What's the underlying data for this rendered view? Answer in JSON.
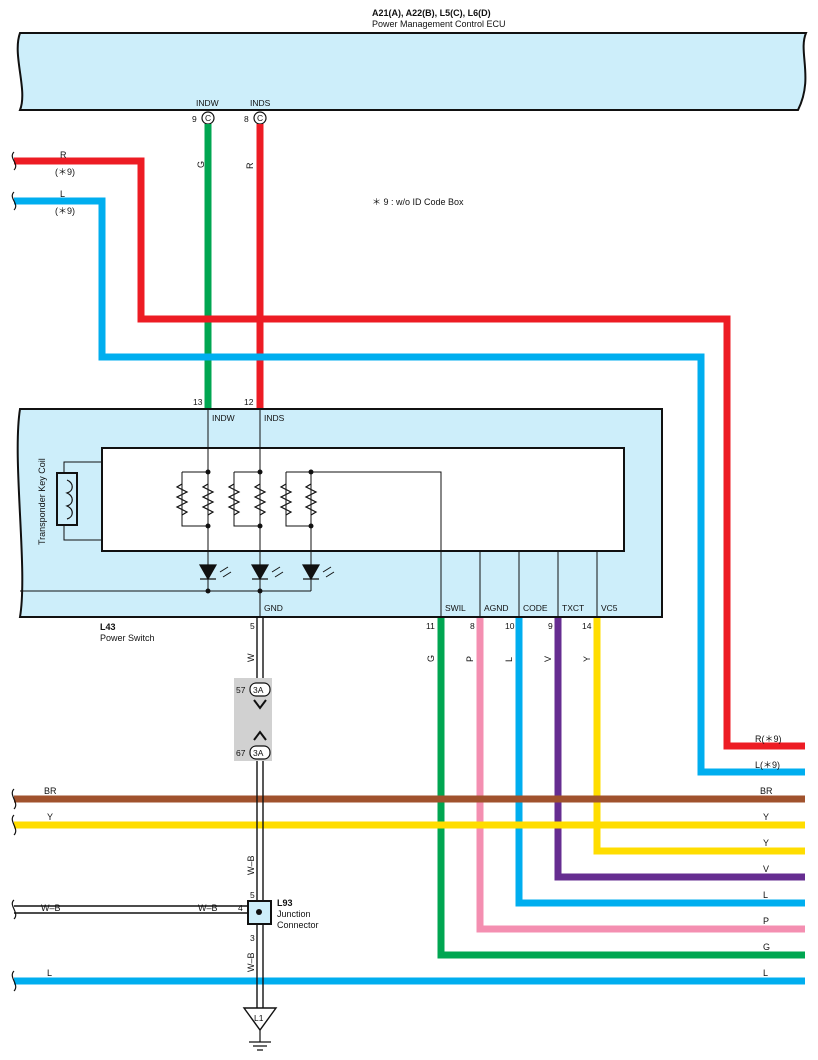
{
  "ecu": {
    "connectors": "A21(A), A22(B), L5(C), L6(D)",
    "name": "Power Management Control ECU",
    "pins": [
      {
        "terminal": "INDW",
        "pin": "9",
        "connector": "C",
        "wire": "G",
        "color": "#00a651"
      },
      {
        "terminal": "INDS",
        "pin": "8",
        "connector": "C",
        "wire": "R",
        "color": "#ed1c24"
      }
    ]
  },
  "note": "＊ 9 : w/o ID Code Box",
  "left_feeds": [
    {
      "color_code": "R",
      "note": "(＊9)",
      "color": "#ed1c24"
    },
    {
      "color_code": "L",
      "note": "(＊9)",
      "color": "#00aeef"
    }
  ],
  "power_switch": {
    "id": "L43",
    "name": "Power Switch",
    "coil_label": "Transponder Key Coil",
    "top_pins": [
      {
        "pin": "13",
        "terminal": "INDW"
      },
      {
        "pin": "12",
        "terminal": "INDS"
      }
    ],
    "bottom_pins": [
      {
        "pin": "5",
        "terminal": "GND",
        "wire": "W"
      },
      {
        "pin": "11",
        "terminal": "SWIL",
        "wire": "G"
      },
      {
        "pin": "8",
        "terminal": "AGND",
        "wire": "P"
      },
      {
        "pin": "10",
        "terminal": "CODE",
        "wire": "L"
      },
      {
        "pin": "9",
        "terminal": "TXCT",
        "wire": "V"
      },
      {
        "pin": "14",
        "terminal": "VC5",
        "wire": "Y"
      }
    ]
  },
  "connector_3a": {
    "label": "3A",
    "pin_top": "57",
    "pin_bottom": "67"
  },
  "ground_wire": "W–B",
  "junction": {
    "id": "L93",
    "name_line1": "Junction",
    "name_line2": "Connector",
    "pin_top": "5",
    "pin_left": "4",
    "pin_bottom": "3",
    "left_wire_a": "W–B",
    "left_wire_b": "W–B"
  },
  "ground_point": "L1",
  "bus_lines": [
    {
      "left": "BR",
      "right": "BR",
      "color": "#a0522d"
    },
    {
      "left": "Y",
      "right": "Y",
      "color": "#ffdd00"
    },
    {
      "left": "L",
      "right": "L",
      "color": "#00aeef"
    }
  ],
  "right_outputs": [
    {
      "label": "R(＊9)",
      "color": "#ed1c24"
    },
    {
      "label": "L(＊9)",
      "color": "#00aeef"
    },
    {
      "label": "Y",
      "color": "#ffdd00"
    },
    {
      "label": "V",
      "color": "#662d91"
    },
    {
      "label": "L",
      "color": "#00aeef"
    },
    {
      "label": "P",
      "color": "#f48fb1"
    },
    {
      "label": "G",
      "color": "#00a651"
    }
  ]
}
